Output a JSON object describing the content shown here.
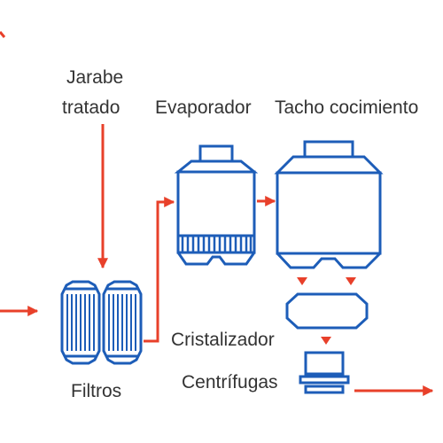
{
  "labels": {
    "syrup_line1": "Jarabe",
    "syrup_line2": "tratado",
    "evaporator": "Evaporador",
    "vacuum_pan": "Tacho cocimiento",
    "crystallizer": "Cristalizador",
    "centrifuges": "Centrífugas",
    "filters": "Filtros"
  },
  "colors": {
    "equipment": "#1d5db8",
    "flow": "#e8402a",
    "text": "#333333",
    "background": "#ffffff"
  }
}
